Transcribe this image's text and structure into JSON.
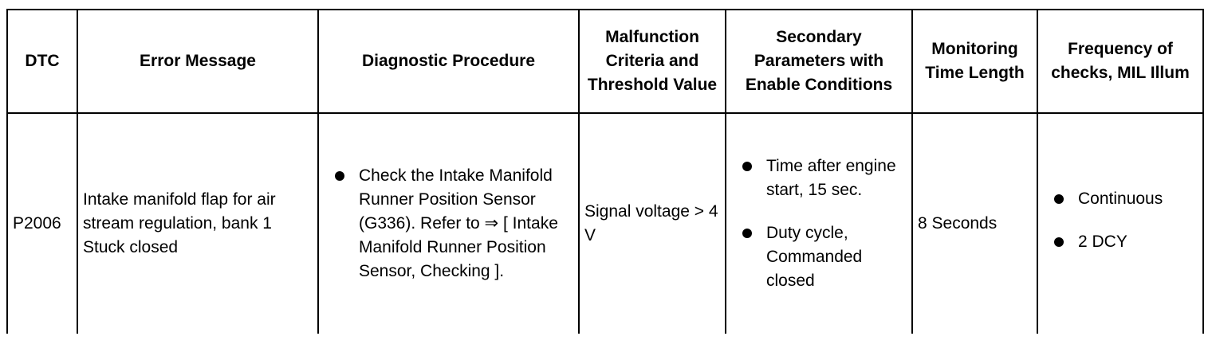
{
  "table": {
    "headers": [
      "DTC",
      "Error Message",
      "Diagnostic Procedure",
      "Malfunction Criteria and Threshold Value",
      "Secondary Parameters with Enable Conditions",
      "Monitoring Time Length",
      "Frequency of checks, MIL Illum"
    ],
    "rows": [
      {
        "dtc": "P2006",
        "error_message": "Intake manifold flap for air stream regulation, bank 1 Stuck closed",
        "diagnostic_procedure": [
          "Check the Intake Manifold Runner Position Sensor (G336). Refer to ⇒ [ Intake Manifold Runner Position Sensor, Checking ]."
        ],
        "malfunction_criteria": "Signal voltage > 4 V",
        "secondary_parameters": [
          "Time after engine start, 15 sec.",
          "Duty cycle, Commanded closed"
        ],
        "monitoring_time": "8 Seconds",
        "frequency": [
          "Continuous",
          "2 DCY"
        ]
      }
    ]
  }
}
